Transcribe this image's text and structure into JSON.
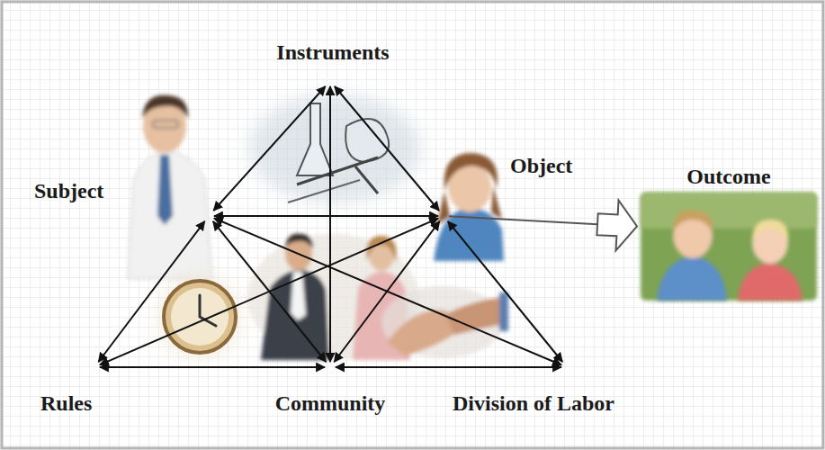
{
  "diagram": {
    "nodes": [
      {
        "text": [
          "Instruments"
        ]
      },
      {
        "text": [
          "Subject"
        ]
      },
      {
        "text": [
          "Object"
        ]
      },
      {
        "text": [
          "Outcome"
        ]
      },
      {
        "text": [
          "Rules"
        ]
      },
      {
        "text": [
          "Community"
        ]
      },
      {
        "text": [
          "Division of Labor"
        ]
      }
    ],
    "edges": [
      {
        "from": 0,
        "to": 1,
        "arrow": "both"
      },
      {
        "from": 0,
        "to": 2,
        "arrow": "both"
      },
      {
        "from": 1,
        "to": 2,
        "arrow": "both"
      },
      {
        "from": 0,
        "to": 5,
        "arrow": "both"
      },
      {
        "from": 1,
        "to": 4,
        "arrow": "both"
      },
      {
        "from": 2,
        "to": 6,
        "arrow": "both"
      },
      {
        "from": 4,
        "to": 5,
        "arrow": "both"
      },
      {
        "from": 5,
        "to": 6,
        "arrow": "both"
      },
      {
        "from": 1,
        "to": 5,
        "arrow": "both"
      },
      {
        "from": 2,
        "to": 5,
        "arrow": "both"
      },
      {
        "from": 1,
        "to": 6,
        "arrow": "both"
      },
      {
        "from": 2,
        "to": 4,
        "arrow": "both"
      },
      {
        "from": 2,
        "to": 3,
        "arrow": "to"
      }
    ]
  }
}
